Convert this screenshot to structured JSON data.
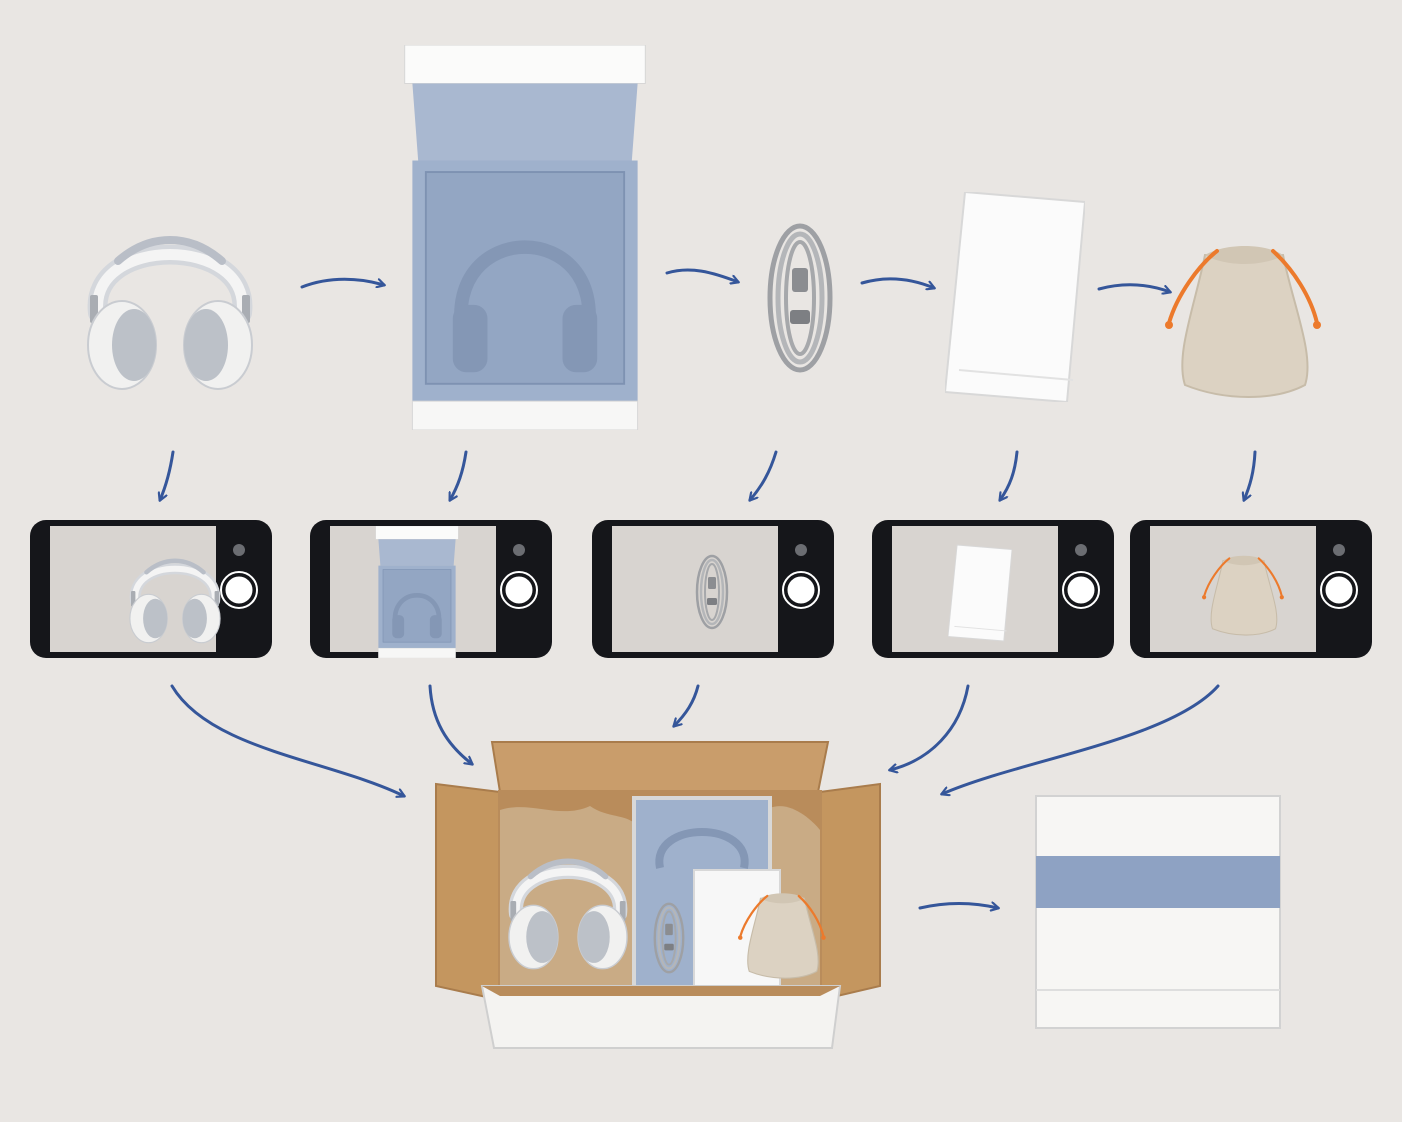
{
  "diagram": {
    "type": "packing-workflow",
    "colors": {
      "background": "#e9e6e3",
      "arrow": "#35569a",
      "tray_blue": "#9eb0cb",
      "tray_blue_dark": "#8397b6",
      "box_white": "#f7f6f4",
      "cardboard": "#c99d6b",
      "cardboard_dark": "#a97c4c",
      "phone_body": "#15161a",
      "pouch": "#ddd3c3",
      "drawstring": "#ec7a2c",
      "tape_blue": "#8ea2c3"
    },
    "items": [
      {
        "id": "headphones",
        "icon": "headphones-icon"
      },
      {
        "id": "gift-box",
        "icon": "open-box-icon"
      },
      {
        "id": "cable",
        "icon": "cable-icon"
      },
      {
        "id": "manual",
        "icon": "booklet-icon"
      },
      {
        "id": "pouch",
        "icon": "drawstring-pouch-icon"
      }
    ],
    "phone_captures": [
      "headphones",
      "gift-box",
      "cable",
      "manual",
      "pouch"
    ],
    "final": [
      {
        "id": "shipping-box-open",
        "icon": "cardboard-box-icon"
      },
      {
        "id": "sealed-package",
        "icon": "sealed-box-icon"
      }
    ]
  }
}
